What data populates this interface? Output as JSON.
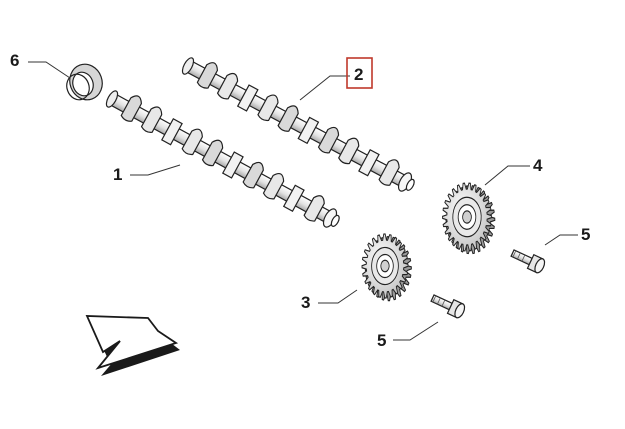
{
  "callouts": [
    {
      "id": "1",
      "label": "1"
    },
    {
      "id": "2",
      "label": "2",
      "highlighted": true
    },
    {
      "id": "3",
      "label": "3"
    },
    {
      "id": "4",
      "label": "4"
    },
    {
      "id": "5a",
      "label": "5"
    },
    {
      "id": "5b",
      "label": "5"
    },
    {
      "id": "6",
      "label": "6"
    }
  ],
  "colors": {
    "highlight": "#c0392b",
    "line": "#222222",
    "part_fill": "#f4f4f4",
    "part_shade": "#cfcfcf"
  },
  "icons": [
    "direction-arrow-icon"
  ]
}
